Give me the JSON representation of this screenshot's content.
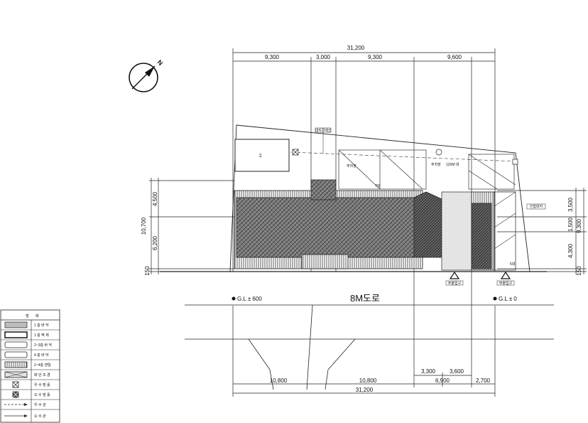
{
  "dimensions": {
    "top_total": "31,200",
    "top_segments": [
      "9,300",
      "3,000",
      "9,300",
      "9,600"
    ],
    "bottom_total": "31,200",
    "bottom_segments": [
      "10,800",
      "10,800",
      "6,900",
      "2,700"
    ],
    "bottom_sub": [
      "3,300",
      "3,600"
    ],
    "left": [
      "4,500",
      "6,200",
      "150"
    ],
    "left_total": "10,700",
    "right": [
      "3,500",
      "1,500",
      "4,300",
      "150"
    ],
    "right_total": "9,300"
  },
  "labels": {
    "road": "8M도로",
    "gl_left": "G.L ± 600",
    "gl_right": "G.L ± 0",
    "north": "N",
    "site_box": "Σ",
    "parking_label": "120M 대",
    "boundary_note": "대지경계선",
    "right_note": "인접대지",
    "entrance_main": "주출입구",
    "entrance_sub": "부출입구",
    "small_notes": [
      "주차장",
      "주차장",
      "7대",
      "5대"
    ]
  },
  "legend": {
    "title": [
      "범",
      "례"
    ],
    "items": [
      {
        "icon": "rect-gray",
        "label": "1 층 바 닥"
      },
      {
        "icon": "rect-white",
        "label": "1 층 벽 체"
      },
      {
        "icon": "rect-white",
        "label": "2~3층 바 닥"
      },
      {
        "icon": "rect-white",
        "label": "4 층 바 닥"
      },
      {
        "icon": "hatch",
        "label": "2~4층 캔틸"
      },
      {
        "icon": "cross-rect",
        "label": "화 단 조 경"
      },
      {
        "icon": "x-box",
        "label": "우 수 맨 홀"
      },
      {
        "icon": "filled-x-box",
        "label": "오 수 맨 홀"
      },
      {
        "icon": "arrow-dash",
        "label": "우 수 관"
      },
      {
        "icon": "arrow-solid",
        "label": "오 수 관"
      }
    ]
  }
}
